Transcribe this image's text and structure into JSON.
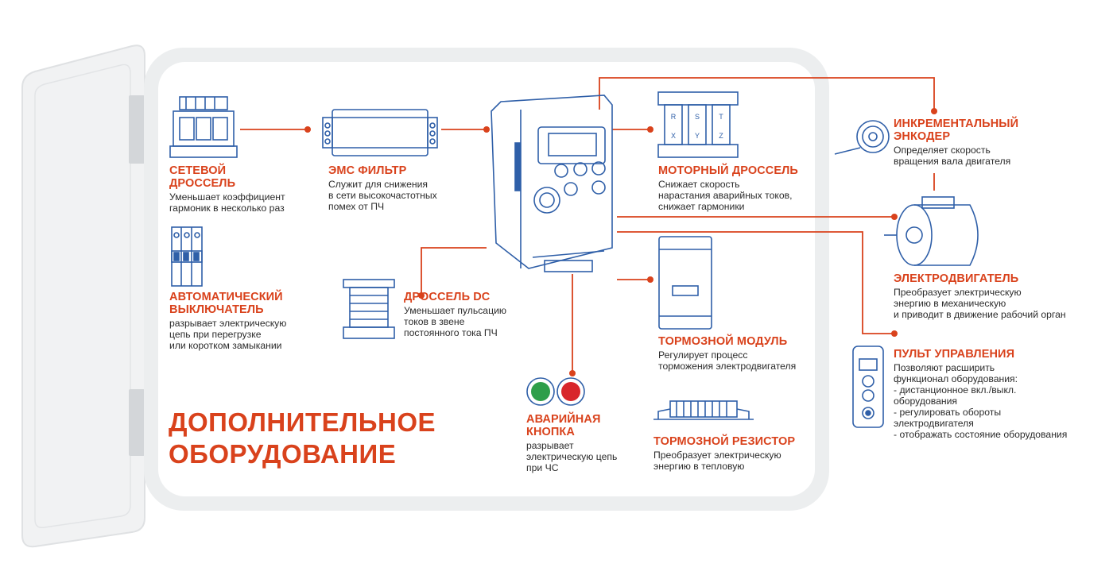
{
  "heading": "ДОПОЛНИТЕЛЬНОЕ\nОБОРУДОВАНИЕ",
  "colors": {
    "accent": "#d9421c",
    "line_art": "#2f5fa8",
    "cabinet": "#eceeef"
  },
  "items": {
    "line_choke": {
      "title": "СЕТЕВОЙ\nДРОССЕЛЬ",
      "desc": "Уменьшает коэффициент\nгармоник в несколько раз",
      "icon": "line-choke-icon"
    },
    "emc_filter": {
      "title": "ЭМС ФИЛЬТР",
      "desc": "Служит для снижения\nв сети высокочастотных\nпомех от ПЧ",
      "icon": "emc-filter-icon"
    },
    "motor_choke": {
      "title": "МОТОРНЫЙ ДРОССЕЛЬ",
      "desc": "Снижает скорость\nнарастания аварийных токов,\nснижает гармоники",
      "icon": "motor-choke-icon"
    },
    "encoder": {
      "title": "ИНКРЕМЕНТАЛЬНЫЙ\nЭНКОДЕР",
      "desc": "Определяет скорость\nвращения вала двигателя",
      "icon": "encoder-icon"
    },
    "motor": {
      "title": "ЭЛЕКТРОДВИГАТЕЛЬ",
      "desc": "Преобразует электрическую\nэнергию в механическую\nи приводит в движение рабочий орган",
      "icon": "motor-icon"
    },
    "breaker": {
      "title": "АВТОМАТИЧЕСКИЙ\nВЫКЛЮЧАТЕЛЬ",
      "desc": "разрывает электрическую\nцепь при перегрузке\nили коротком замыкании",
      "icon": "circuit-breaker-icon"
    },
    "dc_choke": {
      "title": "ДРОССЕЛЬ DC",
      "desc": "Уменьшает пульсацию\nтоков в звене\nпостоянного тока ПЧ",
      "icon": "dc-choke-icon"
    },
    "brake_module": {
      "title": "ТОРМОЗНОЙ МОДУЛЬ",
      "desc": "Регулирует процесс\nторможения электродвигателя",
      "icon": "brake-module-icon"
    },
    "control_panel": {
      "title": "ПУЛЬТ УПРАВЛЕНИЯ",
      "desc": "Позволяют расширить\nфункционал оборудования:\n- дистанционное вкл./выкл.\nоборудования\n- регулировать обороты\nэлектродвигателя\n- отображать состояние оборудования",
      "icon": "control-panel-icon"
    },
    "emergency_button": {
      "title": "АВАРИЙНАЯ\nКНОПКА",
      "desc": "разрывает\nэлектрическую цепь\nпри ЧС",
      "icon": "emergency-button-icon"
    },
    "brake_resistor": {
      "title": "ТОРМОЗНОЙ РЕЗИСТОР",
      "desc": "Преобразует электрическую\nэнергию в тепловую",
      "icon": "brake-resistor-icon"
    }
  },
  "choke_phase_labels": {
    "top": [
      "R",
      "S",
      "T"
    ],
    "bottom": [
      "X",
      "Y",
      "Z"
    ]
  },
  "inverter_icon": "frequency-inverter-icon"
}
